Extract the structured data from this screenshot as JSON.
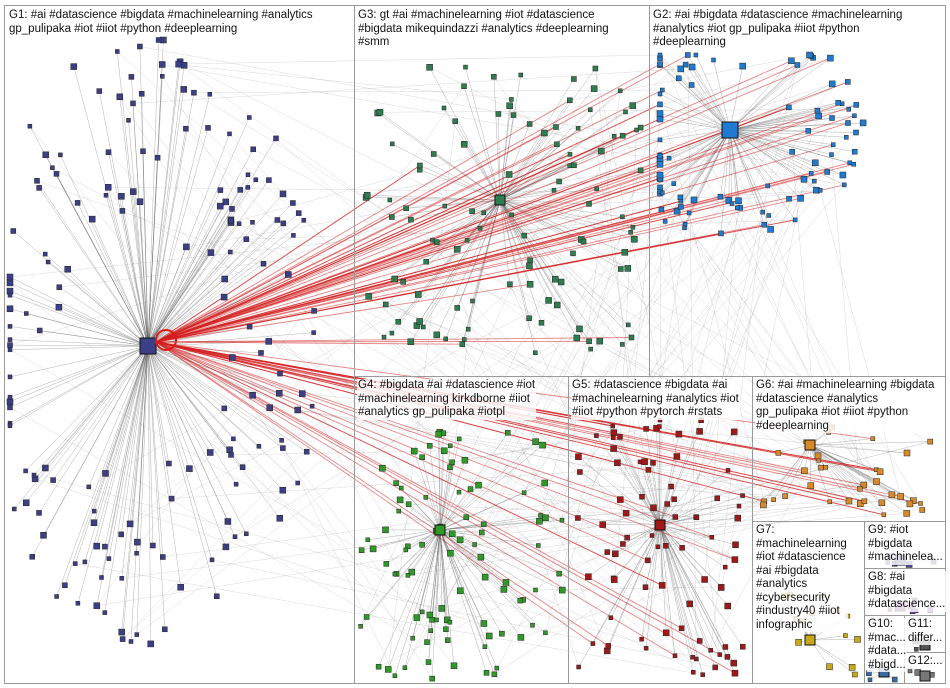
{
  "groups": [
    {
      "id": "G1",
      "label": "G1: #ai #datascience #bigdata #machinelearning #analytics\ngp_pulipaka #iot #iiot #python #deeplearning",
      "color": "#3a3f86",
      "count": 170
    },
    {
      "id": "G2",
      "label": "G2: #ai #bigdata #datascience #machinelearning\n#analytics #iot gp_pulipaka #iiot #python\n#deeplearning",
      "color": "#1f7bd1",
      "count": 95
    },
    {
      "id": "G3",
      "label": "G3: gt #ai #machinelearning #iot #datascience\n#bigdata mikequindazzi #analytics #deeplearning\n#smm",
      "color": "#2e7d4f",
      "count": 110
    },
    {
      "id": "G4",
      "label": "G4: #bigdata #ai #datascience #iot\n#machinelearning kirkdborne #iiot\n#analytics gp_pulipaka #iotpl",
      "color": "#2f9a2a",
      "count": 95
    },
    {
      "id": "G5",
      "label": "G5: #datascience #bigdata #ai\n#machinelearning #analytics #iot\n#iiot #python #pytorch #rstats",
      "color": "#a01818",
      "count": 85
    },
    {
      "id": "G6",
      "label": "G6: #ai #machinelearning #bigdata\n#datascience #analytics\ngp_pulipaka #iot #iiot #python\n#deeplearning",
      "color": "#d88a2a",
      "count": 35
    },
    {
      "id": "G7",
      "label": "G7:\n#machinelearning\n#iot #datascience\n#ai #bigdata\n#analytics\n#cybersecurity\n#industry40 #iiot\ninfographic",
      "color": "#c8a81a",
      "count": 14
    },
    {
      "id": "G8",
      "label": "G8: #ai\n#bigdata\n#datascience...",
      "color": "#7a3a8a",
      "count": 6
    },
    {
      "id": "G9",
      "label": "G9: #iot\n#bigdata\n#machinelea...",
      "color": "#4a4a9a",
      "count": 6
    },
    {
      "id": "G10",
      "label": "G10:\n#mac...\n#data...\n#bigd...",
      "color": "#3a6aa0",
      "count": 4
    },
    {
      "id": "G11",
      "label": "G11:\ndiffer...",
      "color": "#555555",
      "count": 3
    },
    {
      "id": "G12",
      "label": "G12:...",
      "color": "#777777",
      "count": 3
    }
  ]
}
